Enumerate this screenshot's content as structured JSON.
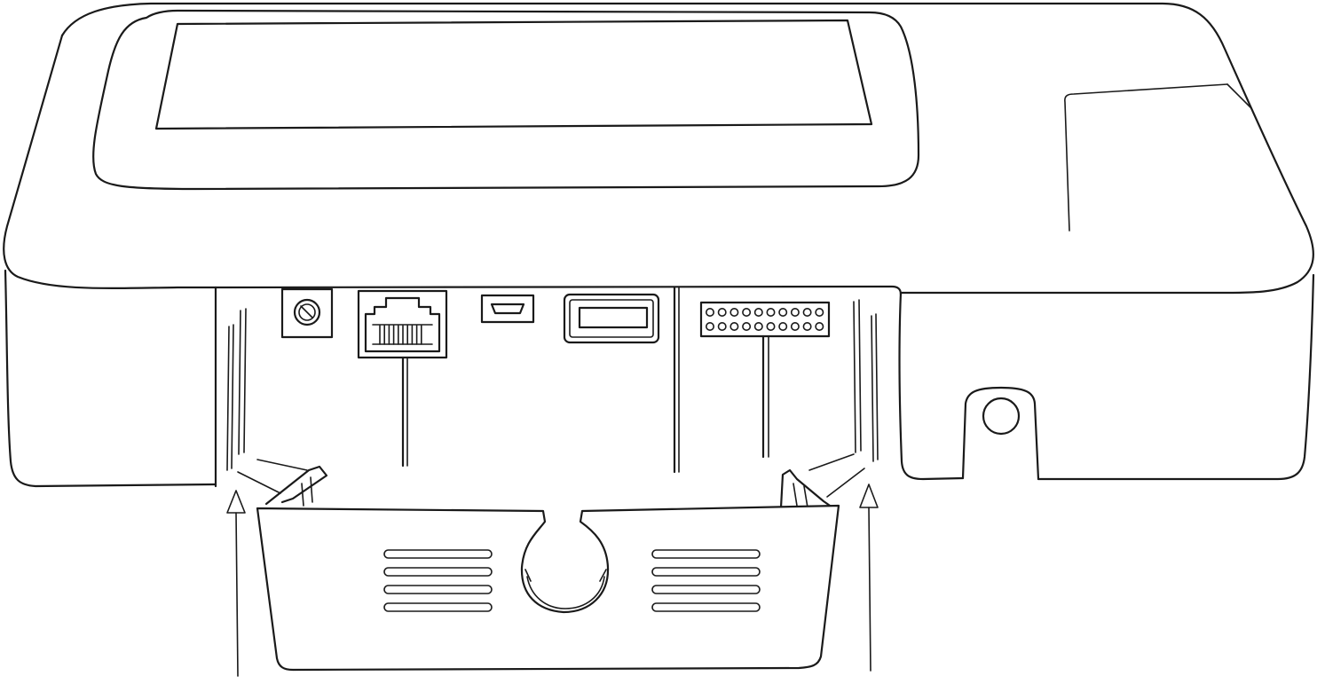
{
  "figure": {
    "components": [
      {
        "name": "device-housing"
      },
      {
        "name": "display-window"
      },
      {
        "name": "rear-port-panel"
      },
      {
        "name": "power-jack-icon"
      },
      {
        "name": "ethernet-port-icon"
      },
      {
        "name": "hdmi-port-icon"
      },
      {
        "name": "usb-port-icon"
      },
      {
        "name": "pin-header-icon"
      },
      {
        "name": "port-cover"
      },
      {
        "name": "mounting-hole-icon"
      },
      {
        "name": "left-clip-arrow-icon"
      },
      {
        "name": "right-clip-arrow-icon"
      }
    ],
    "stroke_color": "#1a1a1a",
    "background_color": "#ffffff"
  }
}
